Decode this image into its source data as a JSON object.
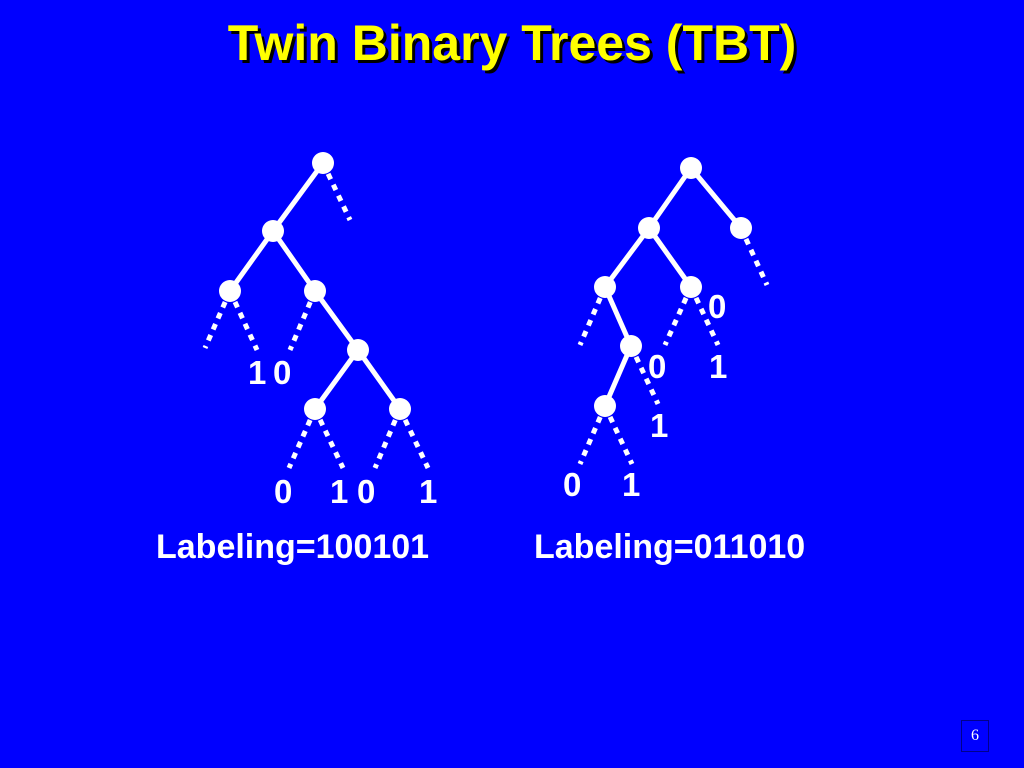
{
  "slide": {
    "title": "Twin Binary Trees (TBT)",
    "page_number": "6"
  },
  "colors": {
    "background": "#0000ff",
    "title": "#ffff00",
    "foreground": "#ffffff"
  },
  "left_tree": {
    "caption": "Labeling=100101",
    "leaf_labels": [
      "1",
      "0",
      "0",
      "1",
      "0",
      "1"
    ]
  },
  "right_tree": {
    "caption": "Labeling=011010",
    "leaf_labels": [
      "0",
      "0",
      "1",
      "1",
      "0",
      "1"
    ]
  }
}
